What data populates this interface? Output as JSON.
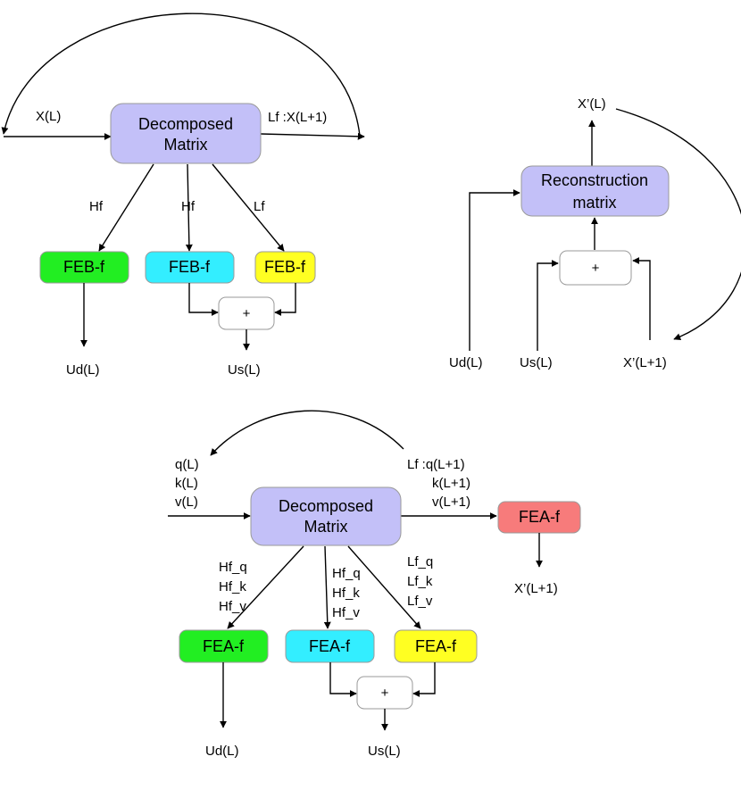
{
  "colors": {
    "matrix": "#c3c0f8",
    "green": "#22ee22",
    "cyan": "#33eeff",
    "yellow": "#ffff22",
    "red": "#f77b7b",
    "plus_box": "#ffffff"
  },
  "panel_feb": {
    "input_label": "X(L)",
    "output_label": "Lf :X(L+1)",
    "matrix_label_line1": "Decomposed",
    "matrix_label_line2": "Matrix",
    "edge_label_1": "Hf",
    "edge_label_2": "Hf",
    "edge_label_3": "Lf",
    "block_1": "FEB-f",
    "block_2": "FEB-f",
    "block_3": "FEB-f",
    "plus": "+",
    "out_left": "Ud(L)",
    "out_sum": "Us(L)"
  },
  "panel_recon": {
    "top_label": "X’(L)",
    "box_line1": "Reconstruction",
    "box_line2": "matrix",
    "plus": "+",
    "in_ud": "Ud(L)",
    "in_us": "Us(L)",
    "in_x": "X’(L+1)"
  },
  "panel_fea": {
    "input_q": "q(L)",
    "input_k": "k(L)",
    "input_v": "v(L)",
    "output_q": "Lf :q(L+1)",
    "output_k": "k(L+1)",
    "output_v": "v(L+1)",
    "matrix_label_line1": "Decomposed",
    "matrix_label_line2": "Matrix",
    "edge1": [
      "Hf_q",
      "Hf_k",
      "Hf_v"
    ],
    "edge2": [
      "Hf_q",
      "Hf_k",
      "Hf_v"
    ],
    "edge3": [
      "Lf_q",
      "Lf_k",
      "Lf_v"
    ],
    "block_1": "FEA-f",
    "block_2": "FEA-f",
    "block_3": "FEA-f",
    "block_red": "FEA-f",
    "red_out": "X’(L+1)",
    "plus": "+",
    "out_left": "Ud(L)",
    "out_sum": "Us(L)"
  }
}
